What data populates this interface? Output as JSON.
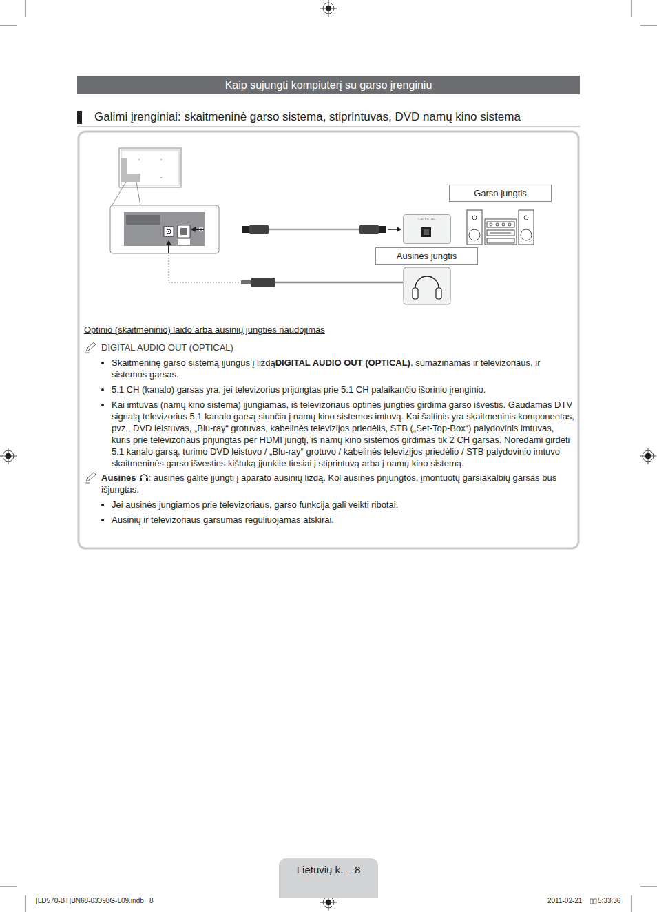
{
  "diagram": {
    "title": "Kaip sujungti kompiuterį su garso įrenginiu",
    "nodes": [
      {
        "text": [
          "Garso jungtis"
        ]
      },
      {
        "text": [
          "OPTICAL"
        ]
      },
      {
        "text": [
          "Ausinės jungtis"
        ]
      },
      {
        "text": [
          "Lietuvių k. – 8"
        ]
      }
    ],
    "labels": [
      "Galimi įrenginiai: skaitmeninė garso sistema, stiprintuvas, DVD namų kino sistema",
      "Optinio (skaitmeninio) laido arba ausinių jungties naudojimas",
      "DIGITAL AUDIO OUT (OPTICAL)",
      "Skaitmeninę garso sistemą įjungus į lizdą",
      "DIGITAL AUDIO OUT (OPTICAL)",
      ", sumažinamas ir televizoriaus, ir sistemos garsas.",
      "5.1 CH (kanalo) garsas yra, jei televizorius prijungtas prie 5.1 CH palaikančio išorinio įrenginio.",
      "Kai imtuvas (namų kino sistema) įjungiamas, iš televizoriaus optinės jungties girdima garso išvestis. Gaudamas DTV signalą televizorius 5.1 kanalo garsą siunčia į namų kino sistemos imtuvą. Kai šaltinis yra skaitmeninis komponentas, pvz., DVD leistuvas, „Blu-ray“ grotuvas, kabelinės televizijos priedėlis, STB („Set-Top-Box“) palydovinis imtuvas, kuris prie televizoriaus prijungtas per HDMI jungtį, iš namų kino sistemos girdimas tik 2 CH garsas. Norėdami girdėti 5.1 kanalo garsą, turimo DVD leistuvo / „Blu-ray“ grotuvo / kabelinės televizijos priedėlio / STB palydovinio imtuvo skaitmeninės garso išvesties kištuką įjunkite tiesiai į stiprintuvą arba į namų kino sistemą.",
      "Ausinės",
      ": ausines galite įjungti į aparato ausinių lizdą. Kol ausinės prijungtos, įmontuotų garsiakalbių garsas bus išjungtas.",
      "Jei ausinės jungiamos prie televizoriaus, garso funkcija gali veikti ribotai.",
      "Ausinių ir televizoriaus garsumas reguliuojamas atskirai.",
      "[LD570-BT]BN68-03398G-L09.indb   8",
      "2011-02-21",
      "5:33:36"
    ]
  }
}
